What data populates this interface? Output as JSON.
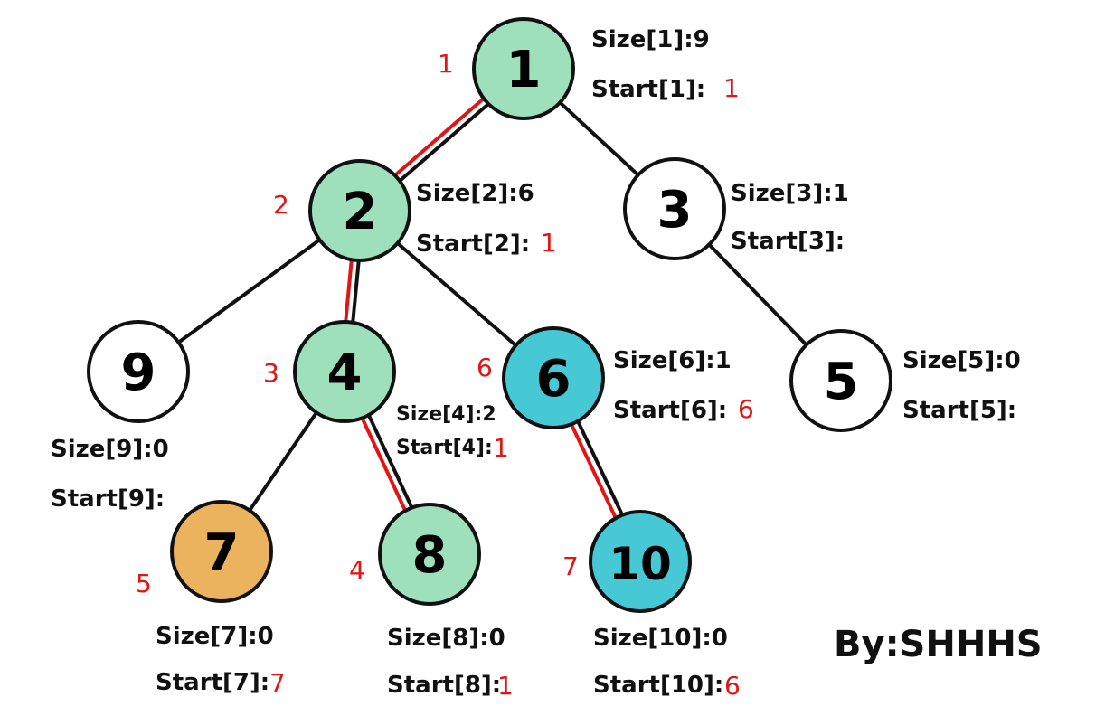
{
  "credit": "By:SHHHS",
  "colors": {
    "light_green": "#9ee0bc",
    "cyan": "#46c9d4",
    "orange": "#ecb35e",
    "white": "#ffffff",
    "heavy_edge": "#e01515"
  },
  "nodes": [
    {
      "id": "1",
      "fill": "light_green",
      "size_text": "Size[1]:9",
      "start_label": "Start[1]:",
      "start_val": "1",
      "order": "1"
    },
    {
      "id": "2",
      "fill": "light_green",
      "size_text": "Size[2]:6",
      "start_label": "Start[2]:",
      "start_val": "1",
      "order": "2"
    },
    {
      "id": "3",
      "fill": "white",
      "size_text": "Size[3]:1",
      "start_label": "Start[3]:",
      "start_val": "",
      "order": ""
    },
    {
      "id": "4",
      "fill": "light_green",
      "size_text": "Size[4]:2",
      "start_label": "Start[4]:",
      "start_val": "1",
      "order": "3"
    },
    {
      "id": "5",
      "fill": "white",
      "size_text": "Size[5]:0",
      "start_label": "Start[5]:",
      "start_val": "",
      "order": ""
    },
    {
      "id": "6",
      "fill": "cyan",
      "size_text": "Size[6]:1",
      "start_label": "Start[6]:",
      "start_val": "6",
      "order": "6"
    },
    {
      "id": "7",
      "fill": "orange",
      "size_text": "Size[7]:0",
      "start_label": "Start[7]:",
      "start_val": "7",
      "order": "5"
    },
    {
      "id": "8",
      "fill": "light_green",
      "size_text": "Size[8]:0",
      "start_label": "Start[8]:",
      "start_val": "1",
      "order": "4"
    },
    {
      "id": "9",
      "fill": "white",
      "size_text": "Size[9]:0",
      "start_label": "Start[9]:",
      "start_val": "",
      "order": ""
    },
    {
      "id": "10",
      "fill": "cyan",
      "size_text": "Size[10]:0",
      "start_label": "Start[10]:",
      "start_val": "6",
      "order": "7"
    }
  ],
  "edges": [
    {
      "from": "1",
      "to": "2",
      "heavy": true
    },
    {
      "from": "1",
      "to": "3",
      "heavy": false
    },
    {
      "from": "2",
      "to": "9",
      "heavy": false
    },
    {
      "from": "2",
      "to": "4",
      "heavy": true
    },
    {
      "from": "2",
      "to": "6",
      "heavy": false
    },
    {
      "from": "3",
      "to": "5",
      "heavy": false
    },
    {
      "from": "4",
      "to": "7",
      "heavy": false
    },
    {
      "from": "4",
      "to": "8",
      "heavy": true
    },
    {
      "from": "6",
      "to": "10",
      "heavy": true
    }
  ]
}
